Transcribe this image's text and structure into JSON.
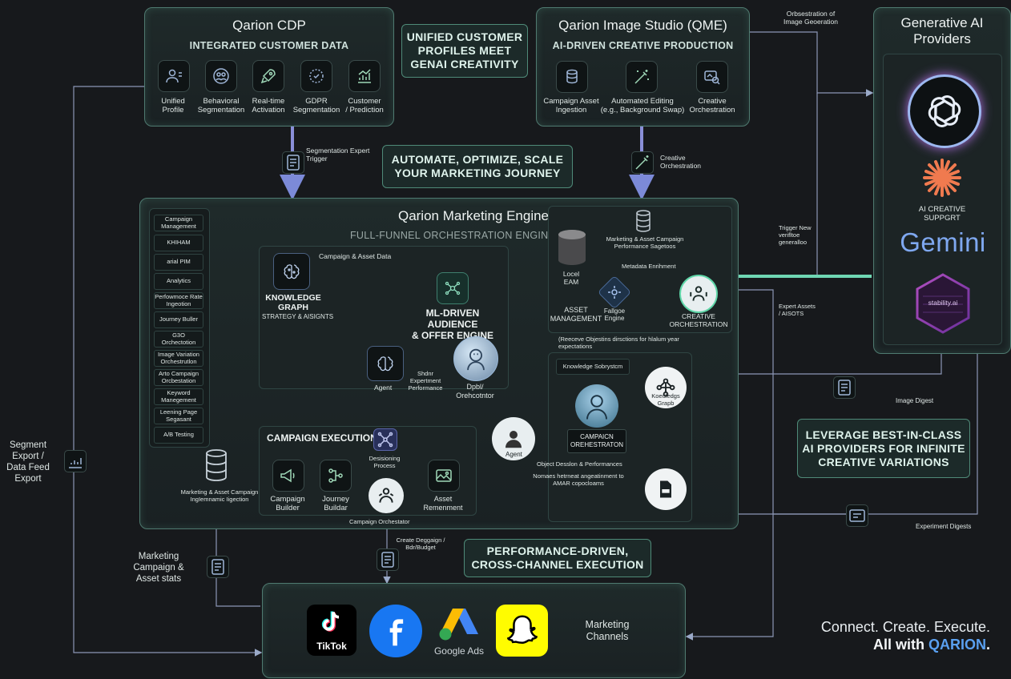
{
  "cdp": {
    "title": "Qarion CDP",
    "subtitle": "INTEGRATED CUSTOMER DATA",
    "items": [
      "Unified\nProfile",
      "Behavioral\nSegmentation",
      "Real-time\nActivation",
      "GDPR\nSegmentation",
      "Customer\n/ Prediction"
    ]
  },
  "banner_unified": "UNIFIED CUSTOMER\nPROFILES MEET\nGENAI CREATIVITY",
  "qme": {
    "title": "Qarion Image Studio (QME)",
    "subtitle": "AI-DRIVEN CREATIVE PRODUCTION",
    "items": [
      "Campaign Asset\nIngestion",
      "Automated Editing\n(e.g., Background Swap)",
      "Creative\nOrchestration"
    ]
  },
  "orchestration_note": "Orbsestration of\nImage Geoeration",
  "genai": {
    "title": "Generative AI\nProviders",
    "ai_creative": "AI CREATIVE\nSUPPGRT",
    "gemini": "Gemini",
    "stability": "stability.ai"
  },
  "segmentation_trigger": "Segmentation Expert\nTrigger",
  "creative_orch_arrow": "Creative\nOrchestration",
  "banner_automate": "AUTOMATE, OPTIMIZE, SCALE\nYOUR MARKETING JOURNEY",
  "engine": {
    "title": "Qarion Marketing Engine",
    "subtitle": "FULL-FUNNEL ORCHESTRATION ENGINE",
    "sidebar": [
      "Campaign\nManagement",
      "KHIHAM",
      "arial PIM",
      "Analytics",
      "Perfowmoce Rate\nIngeotion",
      "Journey Buller",
      "G3O\nOrchectotion",
      "Image Variation\nOrchestrutlon",
      "Arto Campaign\nOrcbestation",
      "Keyword\nManegement",
      "Leening Page\nSegasant",
      "A/B Testing"
    ],
    "campaign_asset_data": "Campaign & Asset Data",
    "knowledge_graph": "KNOWLEDGE\nGRAPH",
    "strategy_insights": "STRATEGY & AISIGNTS",
    "ml_engine": "ML-DRIVEN AUDIENCE\n& OFFER ENGINE",
    "agent": "Agent",
    "shorter_experiment": "Shdnr\nExpertment\nPerformance",
    "digital_orchestrator": "Dpbl/\nOrehcotntor",
    "campaign_execution": "CAMPAIGN EXECUTION",
    "decisioning_process": "Desisioning\nProcess",
    "campaign_builder": "Campaign\nBuilder",
    "journey_builder": "Journey\nBuildar",
    "asset_management_small": "Asset\nRemenment",
    "campaign_orchestrator": "Campaign Orchestator",
    "marketing_asset_ingestion": "Marketing & Asset Campaign\nIngIemnamic Iigection",
    "local_dam": "Locel\nEAM",
    "asset_management": "ASSET\nMANAGEMENT",
    "perf_sagetoos": "Marketing & Asset Campaign\nPerformance Sagetoos",
    "metadata_enrichment": "Metadata Enrihment",
    "fallgoe_engine": "Fallgoe\nEngine",
    "creative_orchestration": "CREATIVE\nORCHESTRATION",
    "receive_objective": "(Reeceve Objestins dirsctions for hlalum year\nexpectations",
    "knowledge_subsystem": "Knowledge Sobrystcm",
    "agent_center": "Agent",
    "campaign_orchestrator_big": "CAMPAICN\nOREHESTRATON",
    "knowledge_graph_small": "Koeuledgs\nGrapb",
    "object_design": "Object Desslon & Performances",
    "names_hotmeat": "Nomaes hetrneat angeatinment to\nAMAR copocloams"
  },
  "trigger_new": "Trigger New\nverifltoe\ngeneralloo",
  "expert_assets": "Expert Assets\n/ AISOTS",
  "image_digest": "Image Digest",
  "banner_leverage": "LEVERAGE BEST-IN-CLASS\nAI PROVIDERS FOR INFINITE\nCREATIVE VARIATIONS",
  "experiment_digests": "Experiment Digests",
  "segment_export": "Segment\nExport /\nData Feed\nExport",
  "marketing_stats": "Marketing\nCampaign &\nAsset stats",
  "create_campaign": "Create Deggaign /\nBdr/Budget",
  "banner_performance": "PERFORMANCE-DRIVEN,\nCROSS-CHANNEL EXECUTION",
  "channels": {
    "tiktok": "TikTok",
    "google_ads": "Google Ads",
    "label": "Marketing\nChannels"
  },
  "tagline": {
    "line1": "Connect. Create. Execute.",
    "line2_prefix": "All with ",
    "brand": "QARION",
    "line2_suffix": "."
  },
  "colors": {
    "accent": "#6fd6b3",
    "arrow_purple": "#7c7fd6",
    "brand": "#5aa0f0"
  }
}
